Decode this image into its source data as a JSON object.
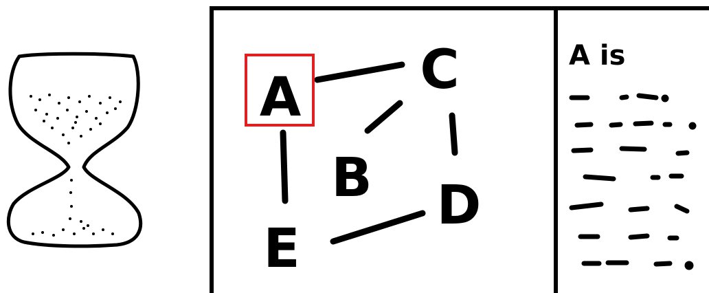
{
  "graph": {
    "nodes": [
      {
        "id": "A",
        "label": "A",
        "selected": true
      },
      {
        "id": "B",
        "label": "B",
        "selected": false
      },
      {
        "id": "C",
        "label": "C",
        "selected": false
      },
      {
        "id": "D",
        "label": "D",
        "selected": false
      },
      {
        "id": "E",
        "label": "E",
        "selected": false
      }
    ],
    "edges": [
      {
        "from": "A",
        "to": "C"
      },
      {
        "from": "B",
        "to": "C"
      },
      {
        "from": "C",
        "to": "D"
      },
      {
        "from": "A",
        "to": "E"
      },
      {
        "from": "E",
        "to": "D"
      }
    ]
  },
  "notes": {
    "heading": "A is"
  },
  "colors": {
    "ink": "#000000",
    "selection": "#e02020",
    "background": "#ffffff"
  },
  "icons": {
    "left": "hourglass-icon"
  }
}
